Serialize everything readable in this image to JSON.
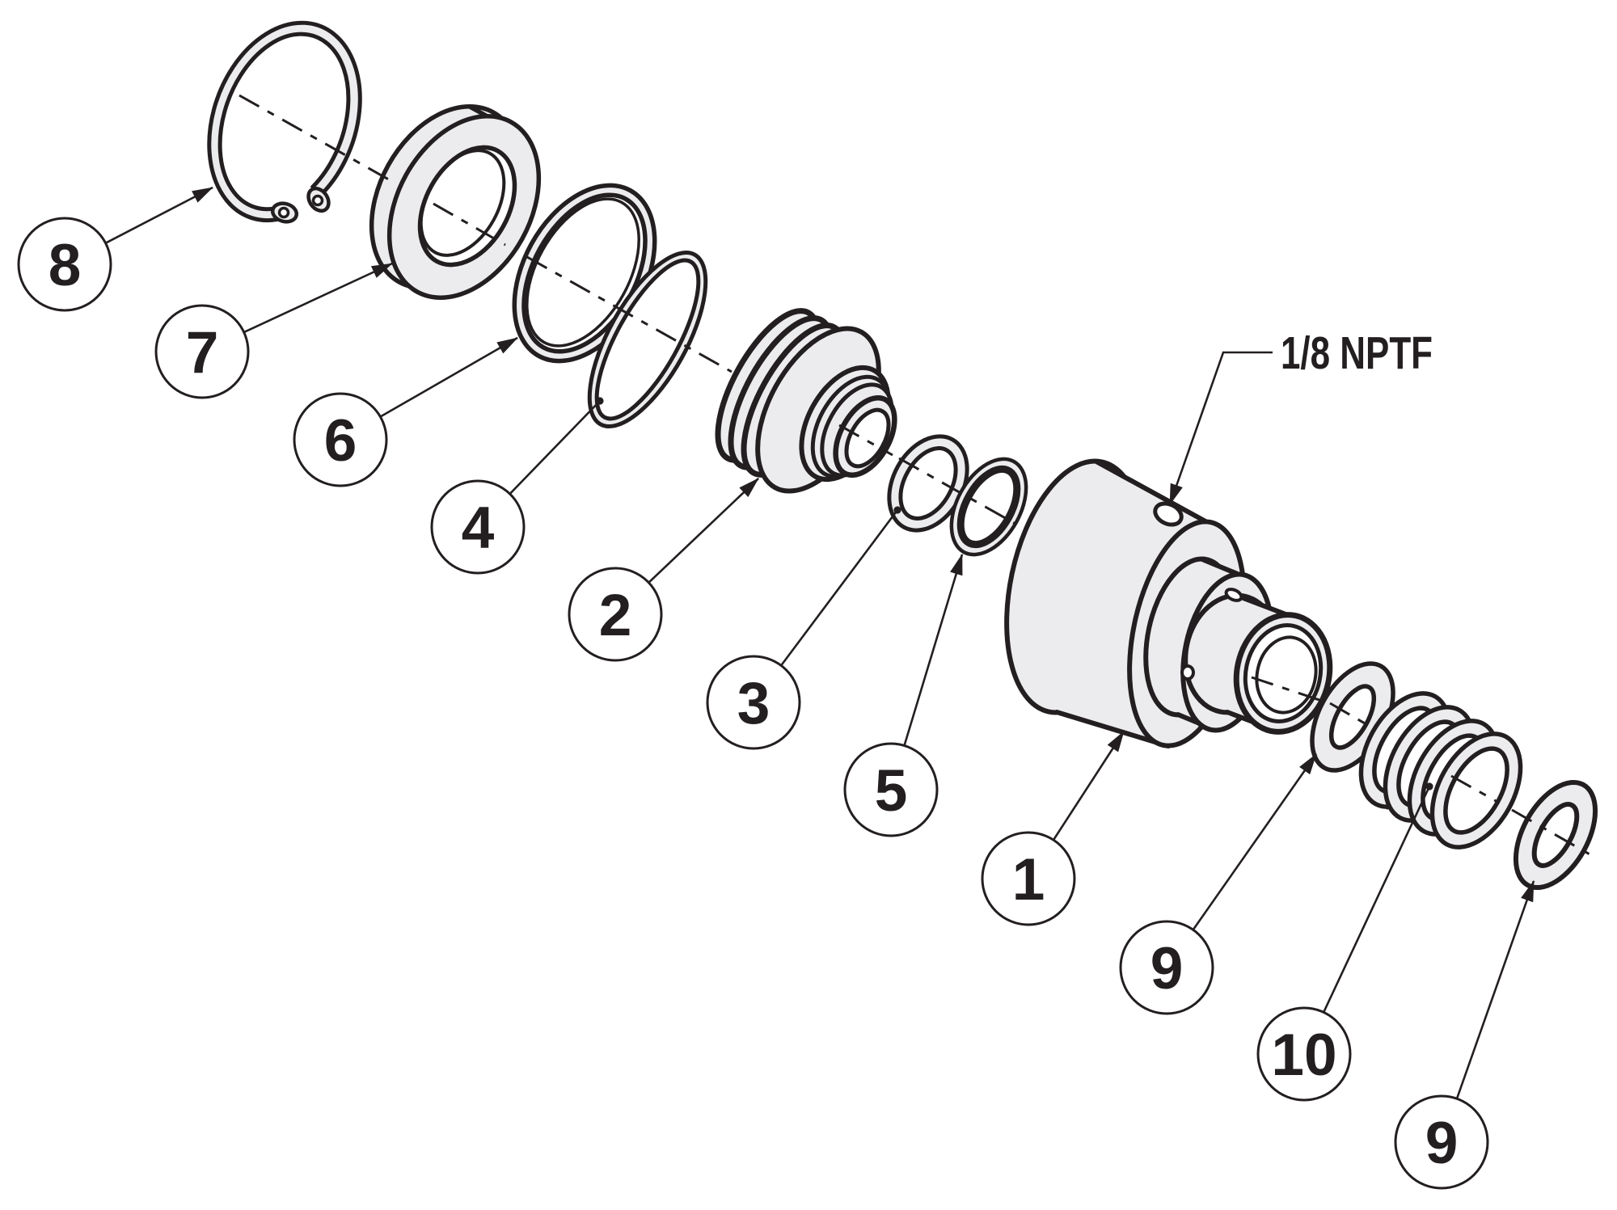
{
  "diagram": {
    "annotation_label": "1/8 NPTF",
    "colors": {
      "line": "#231f20",
      "part_fill": "#ececee",
      "background": "#ffffff"
    },
    "callouts": [
      {
        "label": "8"
      },
      {
        "label": "7"
      },
      {
        "label": "6"
      },
      {
        "label": "4"
      },
      {
        "label": "2"
      },
      {
        "label": "3"
      },
      {
        "label": "5"
      },
      {
        "label": "1"
      },
      {
        "label": "9"
      },
      {
        "label": "10"
      },
      {
        "label": "9"
      }
    ]
  }
}
